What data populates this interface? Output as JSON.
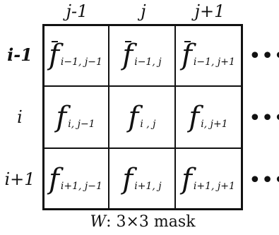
{
  "diagram": {
    "column_labels": [
      "j-1",
      "j",
      "j+1"
    ],
    "row_labels": [
      "i-1",
      "i",
      "i+1"
    ],
    "cells": [
      [
        {
          "symbol": "f",
          "bar": true,
          "sub": "i−1, j−1"
        },
        {
          "symbol": "f",
          "bar": true,
          "sub": "i−1, j"
        },
        {
          "symbol": "f",
          "bar": true,
          "sub": "i−1, j+1"
        }
      ],
      [
        {
          "symbol": "f",
          "bar": false,
          "sub": "i, j−1"
        },
        {
          "symbol": "f",
          "bar": false,
          "sub": "i , j"
        },
        {
          "symbol": "f",
          "bar": false,
          "sub": "i, j+1"
        }
      ],
      [
        {
          "symbol": "f",
          "bar": false,
          "sub": "i+1, j−1"
        },
        {
          "symbol": "f",
          "bar": false,
          "sub": "i+1, j"
        },
        {
          "symbol": "f",
          "bar": false,
          "sub": "i+1, j+1"
        }
      ]
    ],
    "ellipsis": "•••",
    "caption": {
      "variable": "W",
      "text": ": 3×3 mask"
    }
  }
}
